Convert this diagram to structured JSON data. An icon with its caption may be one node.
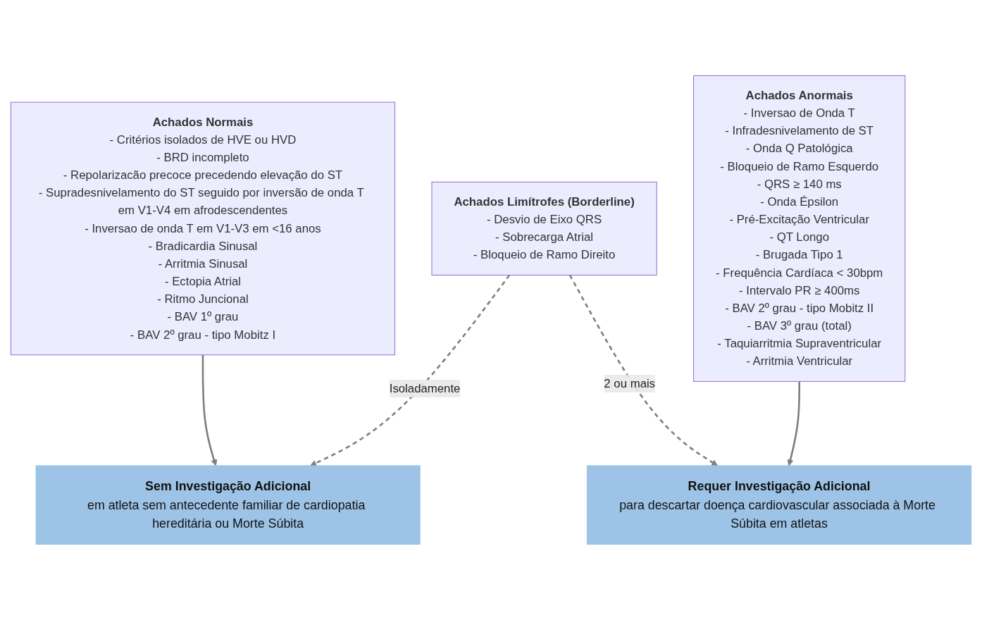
{
  "diagram": {
    "nodes": [
      {
        "text": [
          "Achados Normais",
          "- Critérios isolados de HVE ou HVD",
          "- BRD incompleto",
          "- Repolarizacão precoce precedendo elevação do ST",
          "- Supradesnivelamento do ST seguido por inversão de onda T em V1-V4 em afrodescendentes",
          "- Inversao de onda T em V1-V3 em <16 anos",
          "- Bradicardia Sinusal",
          "- Arritmia Sinusal",
          "- Ectopia Atrial",
          "- Ritmo Juncional",
          "- BAV 1º grau",
          "- BAV 2º grau - tipo Mobitz I"
        ]
      },
      {
        "text": [
          "Achados Limítrofes (Borderline)",
          "- Desvio de Eixo QRS",
          "- Sobrecarga Atrial",
          "- Bloqueio de Ramo Direito"
        ]
      },
      {
        "text": [
          "Achados Anormais",
          "- Inversao de Onda T",
          "- Infradesnivelamento de ST",
          "- Onda Q Patológica",
          "- Bloqueio de Ramo Esquerdo",
          "- QRS ≥ 140 ms",
          "- Onda Épsilon",
          "- Pré-Excitação Ventricular",
          "- QT Longo",
          "- Brugada Tipo 1",
          "- Frequência Cardíaca < 30bpm",
          "- Intervalo PR ≥ 400ms",
          "- BAV 2º grau - tipo Mobitz II",
          "- BAV 3º grau (total)",
          "- Taquiarritmia Supraventricular",
          "- Arritmia Ventricular"
        ]
      },
      {
        "text": [
          "Sem Investigação Adicional",
          "em atleta sem antecedente familiar de cardiopatia hereditária ou Morte Súbita"
        ]
      },
      {
        "text": [
          "Requer Investigação Adicional",
          "para descartar doença cardiovascular associada à Morte Súbita em atletas"
        ]
      }
    ],
    "edges": [
      {
        "from": 0,
        "to": 3,
        "arrow": "to"
      },
      {
        "from": 1,
        "to": 3,
        "arrow": "to",
        "label": "Isoladamente",
        "style": "dashed"
      },
      {
        "from": 1,
        "to": 4,
        "arrow": "to",
        "label": "2 ou mais",
        "style": "dashed"
      },
      {
        "from": 2,
        "to": 4,
        "arrow": "to"
      }
    ]
  }
}
